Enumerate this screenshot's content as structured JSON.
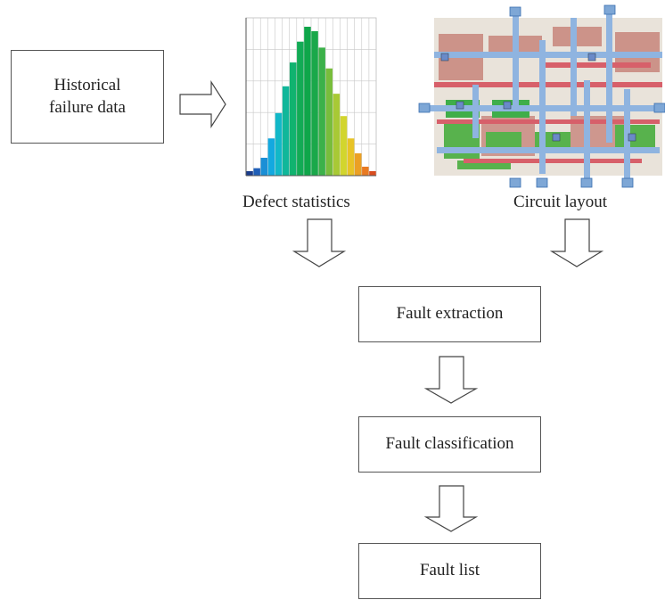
{
  "inputs": {
    "historical_line1": "Historical",
    "historical_line2": "failure data",
    "defect_statistics": "Defect statistics",
    "circuit_layout": "Circuit layout"
  },
  "steps": {
    "fault_extraction": "Fault extraction",
    "fault_classification": "Fault classification",
    "fault_list": "Fault list"
  },
  "histogram": {
    "relative_heights": [
      0.03,
      0.05,
      0.12,
      0.25,
      0.42,
      0.6,
      0.76,
      0.9,
      1.0,
      0.97,
      0.86,
      0.72,
      0.55,
      0.4,
      0.25,
      0.15,
      0.06,
      0.03
    ],
    "colors": [
      "#1a3d8c",
      "#1f5fb8",
      "#1a8fd6",
      "#13a9e0",
      "#12b8c8",
      "#10b79a",
      "#10b36f",
      "#12ab55",
      "#0fa64a",
      "#1aa84a",
      "#3cb14a",
      "#78bd3c",
      "#a8c935",
      "#d2d52e",
      "#e8c326",
      "#eba024",
      "#e87a22",
      "#d94c1f"
    ]
  }
}
